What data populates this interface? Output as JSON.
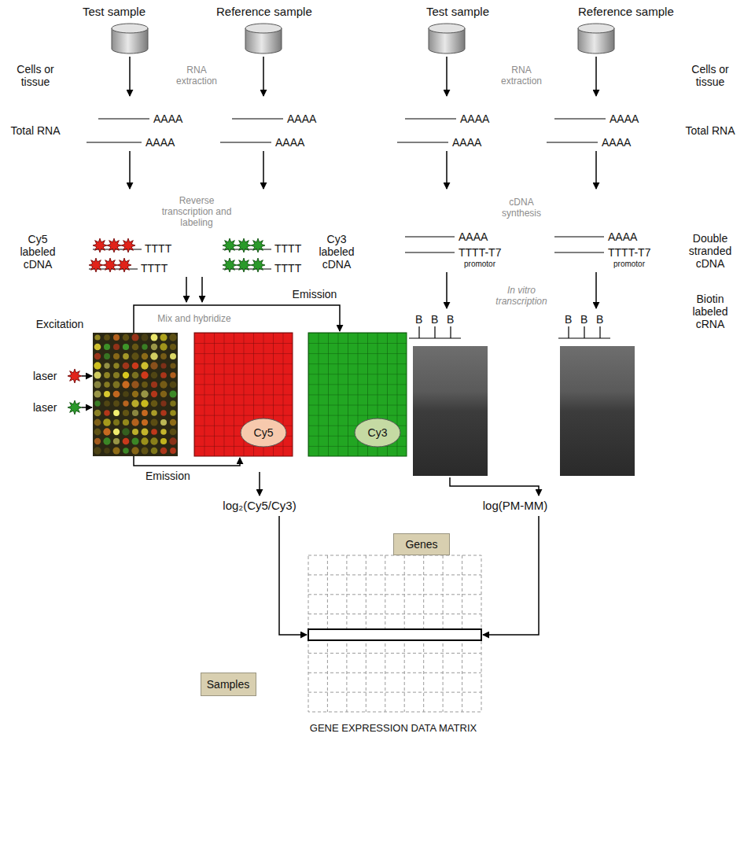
{
  "diagram": {
    "nodes": [
      {
        "text": [
          "Cy5"
        ]
      },
      {
        "text": [
          "Cy3"
        ]
      },
      {
        "text": [
          "Genes"
        ]
      },
      {
        "text": [
          "Samples"
        ]
      }
    ],
    "labels": [
      "Test sample",
      "Reference sample",
      "Test sample",
      "Reference sample",
      "Cells or tissue",
      "RNA extraction",
      "RNA extraction",
      "Cells or tissue",
      "Total RNA",
      "AAAA",
      "AAAA",
      "AAAA",
      "AAAA",
      "Total RNA",
      "AAAA",
      "AAAA",
      "AAAA",
      "AAAA",
      "Reverse transcription and labeling",
      "cDNA synthesis",
      "Cy5 labeled cDNA",
      "TTTT",
      "TTTT",
      "TTTT",
      "TTTT",
      "Cy3 labeled cDNA",
      "AAAA",
      "TTTT-T7",
      "promotor",
      "AAAA",
      "TTTT-T7",
      "promotor",
      "Double stranded cDNA",
      "Mix and hybridize",
      "In vitro transcription",
      "Biotin labeled cRNA",
      "B",
      "B",
      "B",
      "B",
      "B",
      "B",
      "Emission",
      "Excitation",
      "laser",
      "laser",
      "Emission",
      "log₂(Cy5/Cy3)",
      "log(PM-MM)",
      "GENE EXPRESSION DATA MATRIX"
    ]
  }
}
